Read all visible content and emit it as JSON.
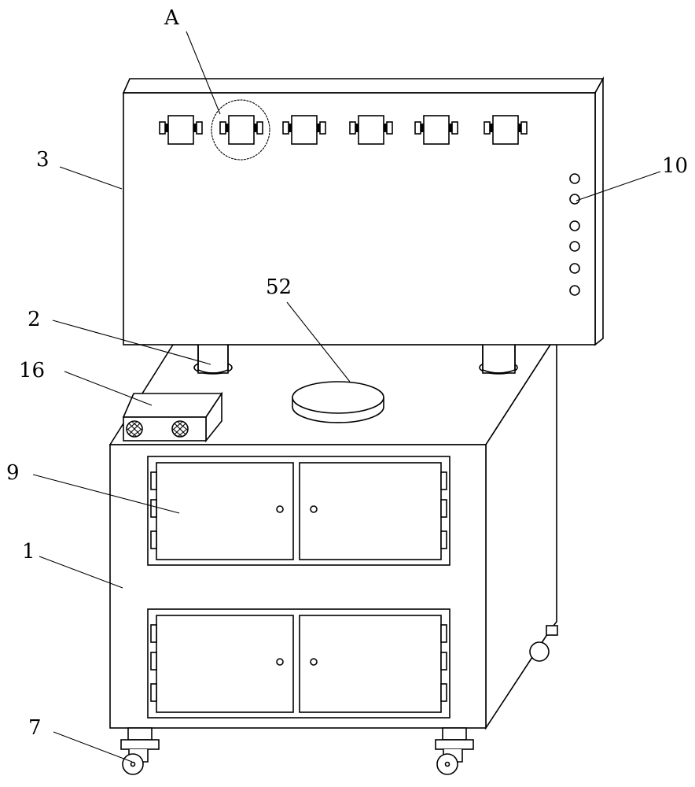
{
  "labels": {
    "detail_a": "A",
    "panel": "3",
    "buttons": "10",
    "disc": "52",
    "post": "2",
    "speaker_box": "16",
    "drawer": "9",
    "cabinet": "1",
    "wheel": "7"
  },
  "counts": {
    "modules": 6,
    "buttons": 6,
    "drawer_rows": 2
  }
}
